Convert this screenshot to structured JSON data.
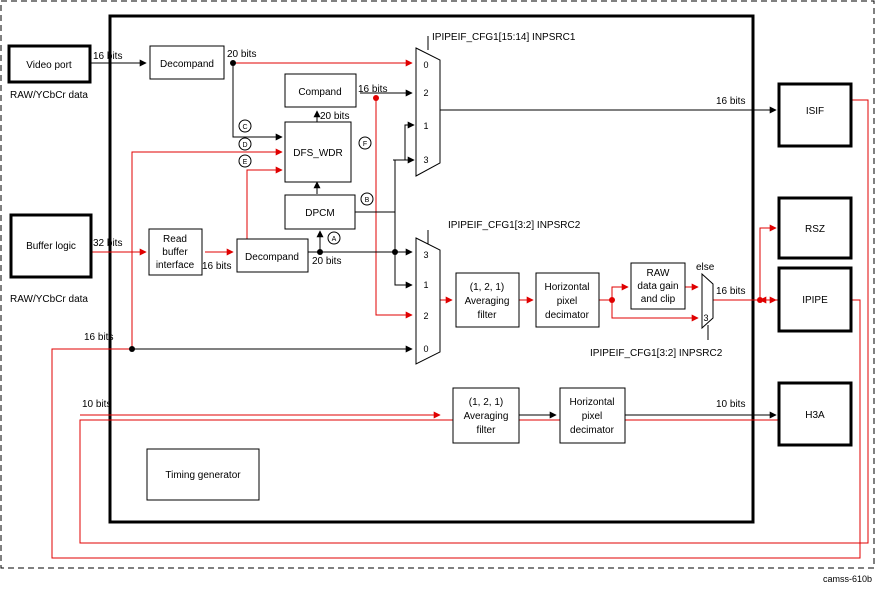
{
  "io": {
    "video_port": "Video port",
    "video_fmt": "RAW/YCbCr data",
    "buffer_logic": "Buffer logic",
    "buffer_fmt": "RAW/YCbCr data"
  },
  "blocks": {
    "decompand1": "Decompand",
    "compand": "Compand",
    "dfs_wdr": "DFS_WDR",
    "dpcm": "DPCM",
    "read_buffer": [
      "Read",
      "buffer",
      "interface"
    ],
    "decompand2": "Decompand",
    "avg_filter1": [
      "(1, 2, 1)",
      "Averaging",
      "filter"
    ],
    "hpd1": [
      "Horizontal",
      "pixel",
      "decimator"
    ],
    "raw_gain": [
      "RAW",
      "data gain",
      "and clip"
    ],
    "avg_filter2": [
      "(1, 2, 1)",
      "Averaging",
      "filter"
    ],
    "hpd2": [
      "Horizontal",
      "pixel",
      "decimator"
    ],
    "timing": "Timing generator"
  },
  "outputs": {
    "isif": "ISIF",
    "rsz": "RSZ",
    "ipipe": "IPIPE",
    "h3a": "H3A"
  },
  "mux": {
    "top_label": "IPIPEIF_CFG1[15:14] INPSRC1",
    "top_inputs": [
      "0",
      "2",
      "1",
      "3"
    ],
    "mid_label": "IPIPEIF_CFG1[3:2] INPSRC2",
    "mid_inputs": [
      "3",
      "1",
      "2",
      "0"
    ],
    "small_label": "IPIPEIF_CFG1[3:2] INPSRC2",
    "small_else": "else",
    "small_in": "3"
  },
  "bits": {
    "b16_video": "16 bits",
    "b20_top": "20 bits",
    "b16_compand": "16 bits",
    "b20_compand": "20 bits",
    "b16_isif": "16 bits",
    "b32": "32 bits",
    "b16_rbi": "16 bits",
    "b20_decomp": "20 bits",
    "b16_ipipe": "16 bits",
    "b16_left": "16 bits",
    "b10_left": "10 bits",
    "b10_h3a": "10 bits"
  },
  "markers": [
    "C",
    "D",
    "E",
    "F",
    "B",
    "A"
  ],
  "figure_id": "camss-610b"
}
